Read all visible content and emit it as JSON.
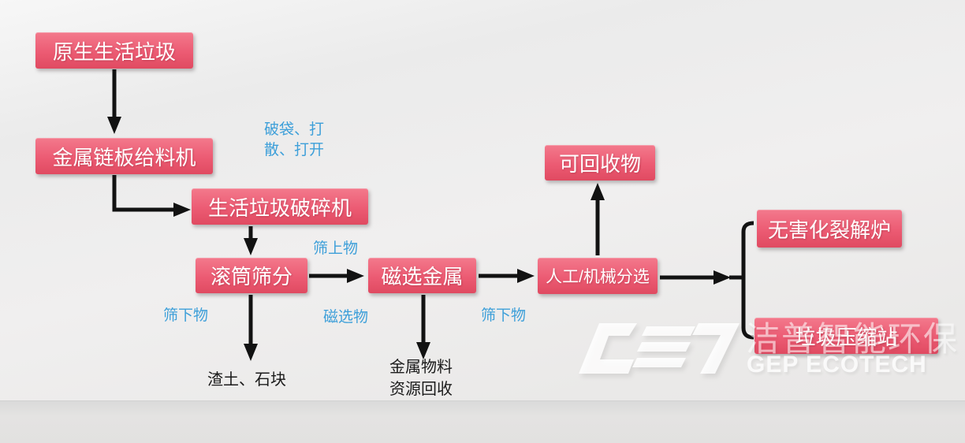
{
  "diagram": {
    "title_hint": "household waste sorting process flow",
    "nodes": {
      "raw_waste": "原生生活垃圾",
      "feeder": "金属链板给料机",
      "shredder": "生活垃圾破碎机",
      "trommel": "滚筒筛分",
      "magnetic": "磁选金属",
      "sorting": "人工/机械分选",
      "recyclables": "可回收物",
      "pyrolysis": "无害化裂解炉",
      "compression": "垃圾压缩站"
    },
    "flow_labels": {
      "bag_breaking_line1": "破袋、打",
      "bag_breaking_line2": "散、打开",
      "over_screen": "筛上物",
      "under_screen_left": "筛下物",
      "magnetic_material": "磁选物",
      "under_screen_right": "筛下物"
    },
    "output_labels": {
      "slag_stones": "渣土、石块",
      "metal_recovery_line1": "金属物料",
      "metal_recovery_line2": "资源回收"
    }
  },
  "watermark": {
    "logo_icon": "gep-logo",
    "company_cn": "洁普智能环保",
    "company_en": "GEP ECOTECH"
  },
  "colors": {
    "node_fill_top": "#f3798c",
    "node_fill_bottom": "#e04a61",
    "node_text": "#ffffff",
    "flow_label_blue": "#3d9fd9",
    "output_label_black": "#1b1b1b",
    "arrow_black": "#121212",
    "background_gray": "#ededec"
  }
}
